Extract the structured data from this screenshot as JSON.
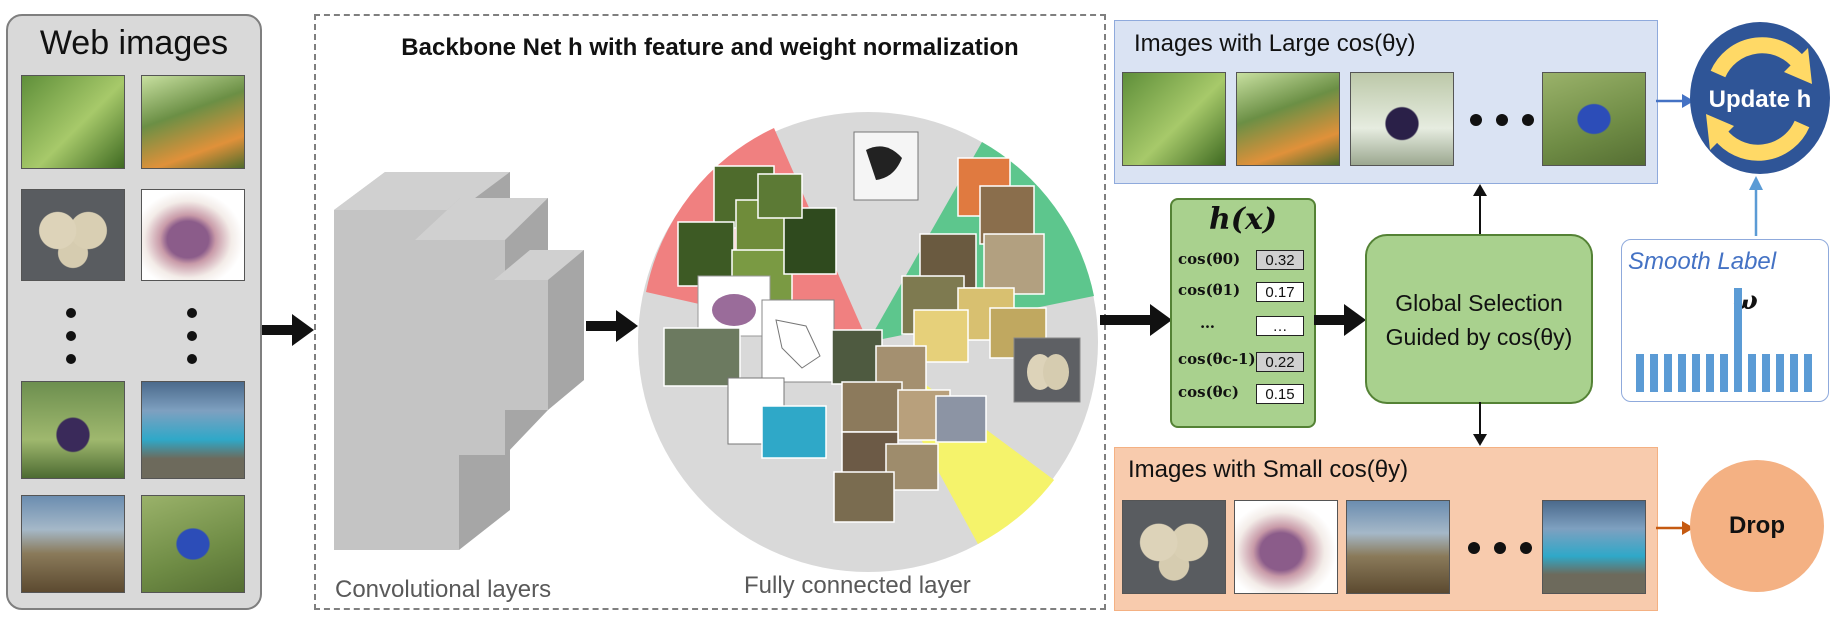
{
  "web_panel": {
    "title": "Web images"
  },
  "backbone": {
    "title": "Backbone Net h with feature and weight normalization",
    "conv_caption": "Convolutional layers",
    "fc_caption": "Fully connected layer"
  },
  "large_panel": {
    "title": "Images with Large cos(θy)"
  },
  "small_panel": {
    "title": "Images with Small cos(θy)"
  },
  "hx": {
    "title": "h(x)",
    "rows": [
      {
        "label": "cos(θ0)",
        "value": "0.32"
      },
      {
        "label": "cos(θ1)",
        "value": "0.17"
      },
      {
        "label": "…",
        "value": "…"
      },
      {
        "label": "cos(θc-1)",
        "value": "0.22"
      },
      {
        "label": "cos(θc)",
        "value": "0.15"
      }
    ]
  },
  "global_selection": {
    "line1": "Global Selection",
    "line2": "Guided by cos(θy)"
  },
  "smooth_label": {
    "title": "Smooth Label",
    "omega": "ω"
  },
  "update": {
    "label": "Update h"
  },
  "drop": {
    "label": "Drop"
  },
  "colors": {
    "panel_grey": "#d9d9d9",
    "large_blue": "#dae3f3",
    "small_orange": "#f8cbad",
    "green": "#a9d18e",
    "update_blue": "#2f5597",
    "update_yellow": "#ffd966",
    "smooth_bar": "#5b9bd5",
    "sector_red": "#f08080",
    "sector_green": "#5dc68d",
    "sector_yellow": "#f5f36b"
  }
}
